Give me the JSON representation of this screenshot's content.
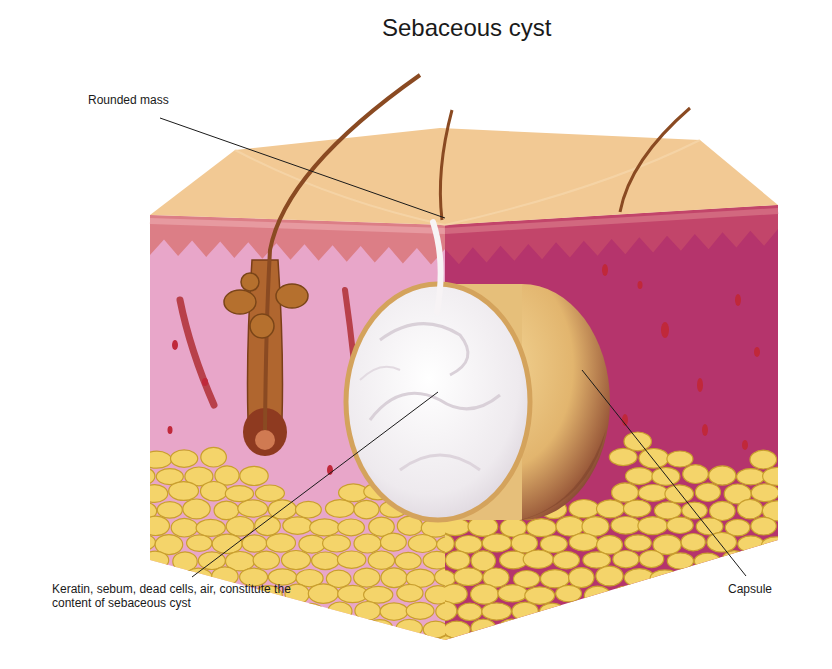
{
  "diagram": {
    "title": "Sebaceous cyst",
    "labels": [
      "Rounded mass",
      "Keratin, sebum, dead cells, air, constitute the content of sebaceous cyst",
      "Capsule"
    ]
  }
}
